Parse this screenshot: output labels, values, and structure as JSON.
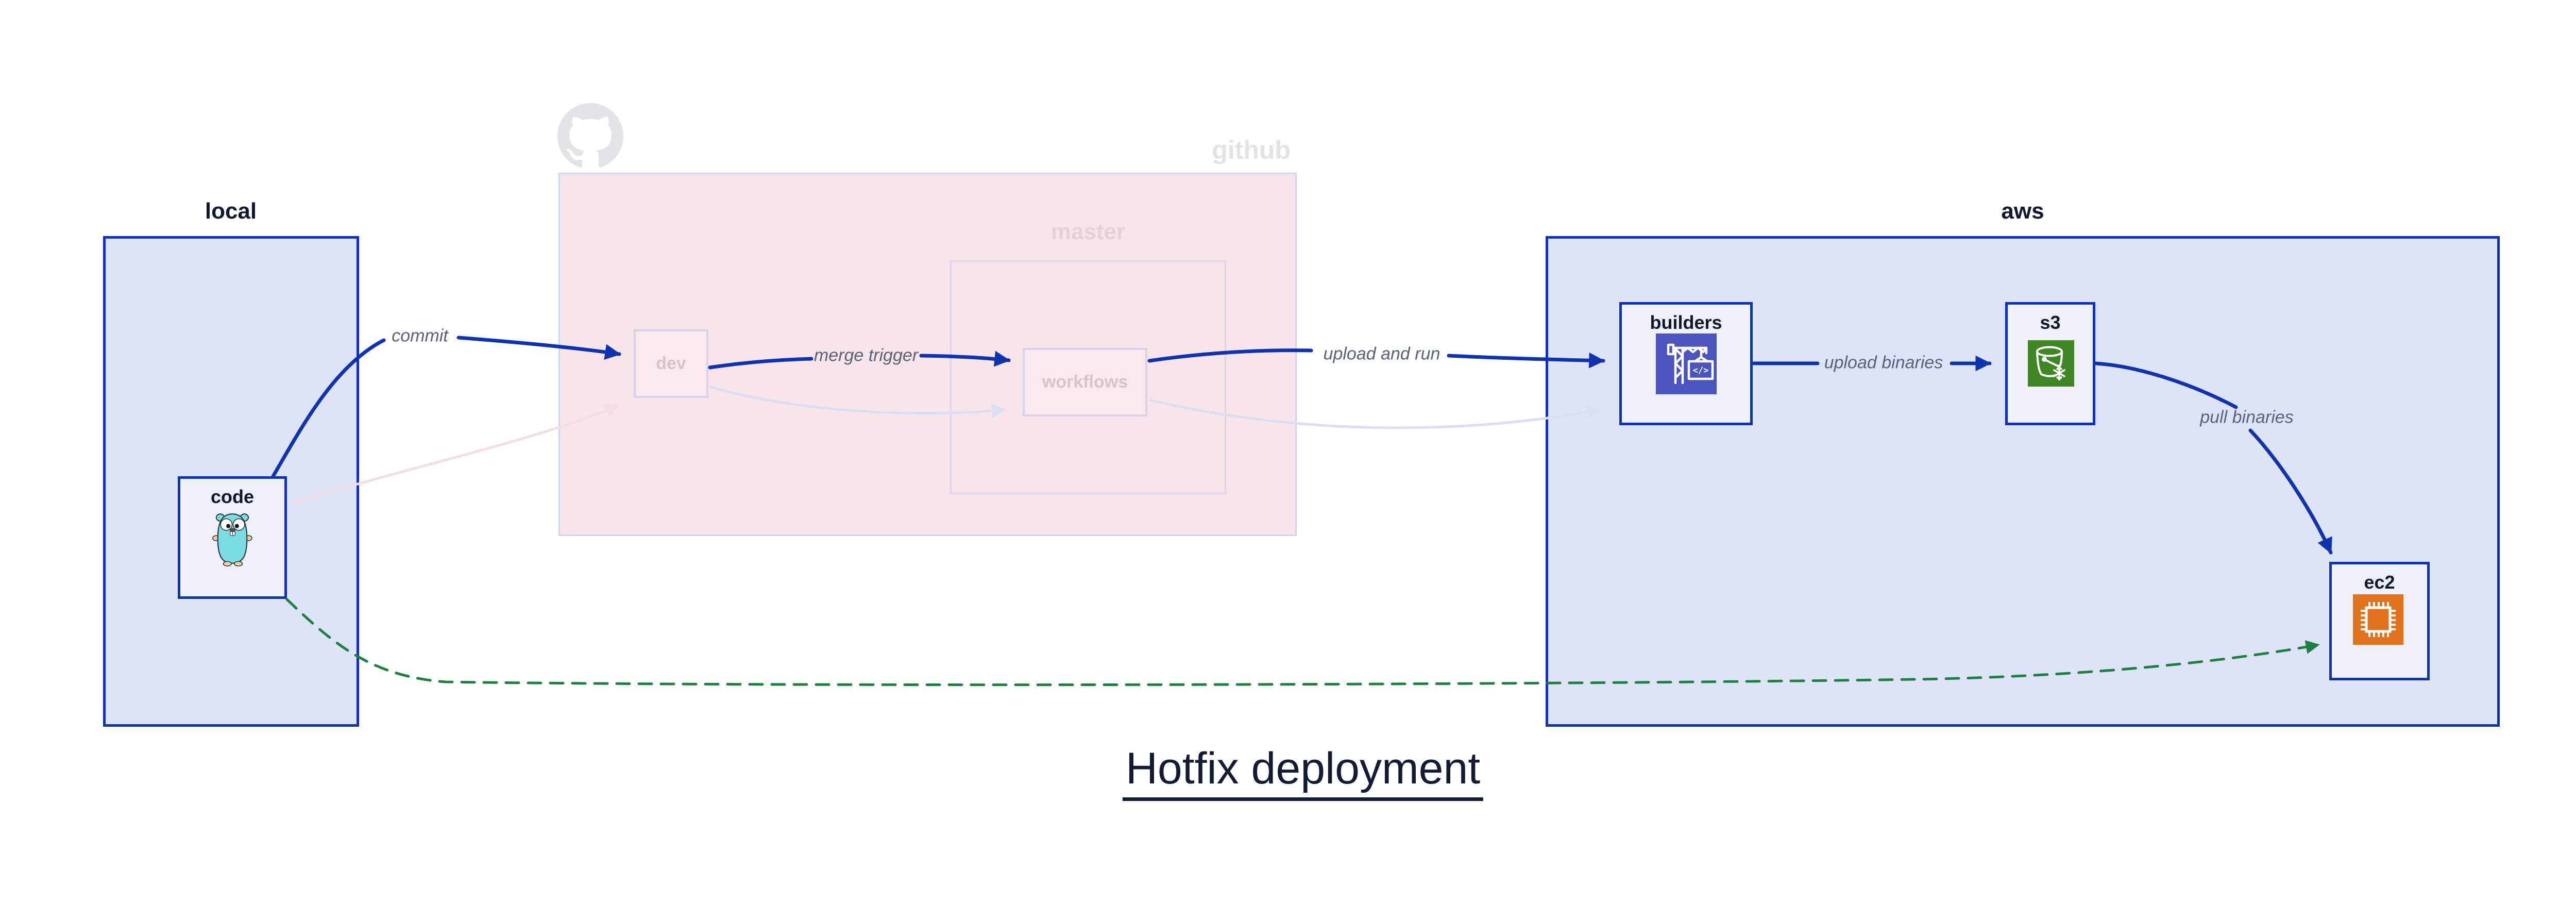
{
  "title": {
    "text": "Hotfix deployment"
  },
  "containers": {
    "local": {
      "label": "local"
    },
    "github": {
      "label": "github"
    },
    "master": {
      "label": "master"
    },
    "aws": {
      "label": "aws"
    }
  },
  "nodes": {
    "code": {
      "label": "code",
      "icon": "go-gopher-icon"
    },
    "dev": {
      "label": "dev"
    },
    "workflows": {
      "label": "workflows"
    },
    "builders": {
      "label": "builders",
      "icon": "codebuild-crane-icon"
    },
    "s3": {
      "label": "s3",
      "icon": "s3-glacier-bucket-icon"
    },
    "ec2": {
      "label": "ec2",
      "icon": "ec2-chip-icon"
    }
  },
  "edges": [
    {
      "id": "commit",
      "label": "commit",
      "from": "code",
      "to": "dev",
      "style": "solid",
      "color": "#0f33b0"
    },
    {
      "id": "merge-trigger",
      "label": "merge trigger",
      "from": "dev",
      "to": "workflows",
      "style": "solid",
      "color": "#0f33b0"
    },
    {
      "id": "upload-and-run",
      "label": "upload and run",
      "from": "workflows",
      "to": "builders",
      "style": "solid",
      "color": "#0f33b0"
    },
    {
      "id": "upload-binaries",
      "label": "upload binaries",
      "from": "builders",
      "to": "s3",
      "style": "solid",
      "color": "#0f33b0"
    },
    {
      "id": "pull-binaries",
      "label": "pull binaries",
      "from": "s3",
      "to": "ec2",
      "style": "solid",
      "color": "#0f33b0"
    },
    {
      "id": "hotfix-path",
      "label": "",
      "from": "code",
      "to": "ec2",
      "style": "dashed",
      "color": "#1e8040"
    },
    {
      "id": "faded-code-dev",
      "label": "",
      "from": "code",
      "to": "dev",
      "style": "faded",
      "color": "#f6dce4"
    },
    {
      "id": "faded-dev-workflows",
      "label": "",
      "from": "dev",
      "to": "workflows",
      "style": "faded",
      "color": "#dcdff3"
    },
    {
      "id": "faded-workflows-builders",
      "label": "",
      "from": "workflows",
      "to": "builders",
      "style": "faded",
      "color": "#dcdff3"
    }
  ],
  "colors": {
    "container_border": "#0f33b0",
    "container_fill": "#dde4f8",
    "node_fill": "#eef1fc",
    "github_fill": "#f8e5ea",
    "faded_border": "#d9d2ea",
    "faded_text": "#d7c2d0",
    "edge_label_text": "#59627a",
    "highlight_edge": "#0f33b0",
    "hotfix_edge": "#1e8040",
    "codebuild_icon_bg": "#4b53bc",
    "s3_icon_bg": "#3f8624",
    "ec2_icon_bg": "#e0731d",
    "gopher_body": "#7adce2"
  }
}
